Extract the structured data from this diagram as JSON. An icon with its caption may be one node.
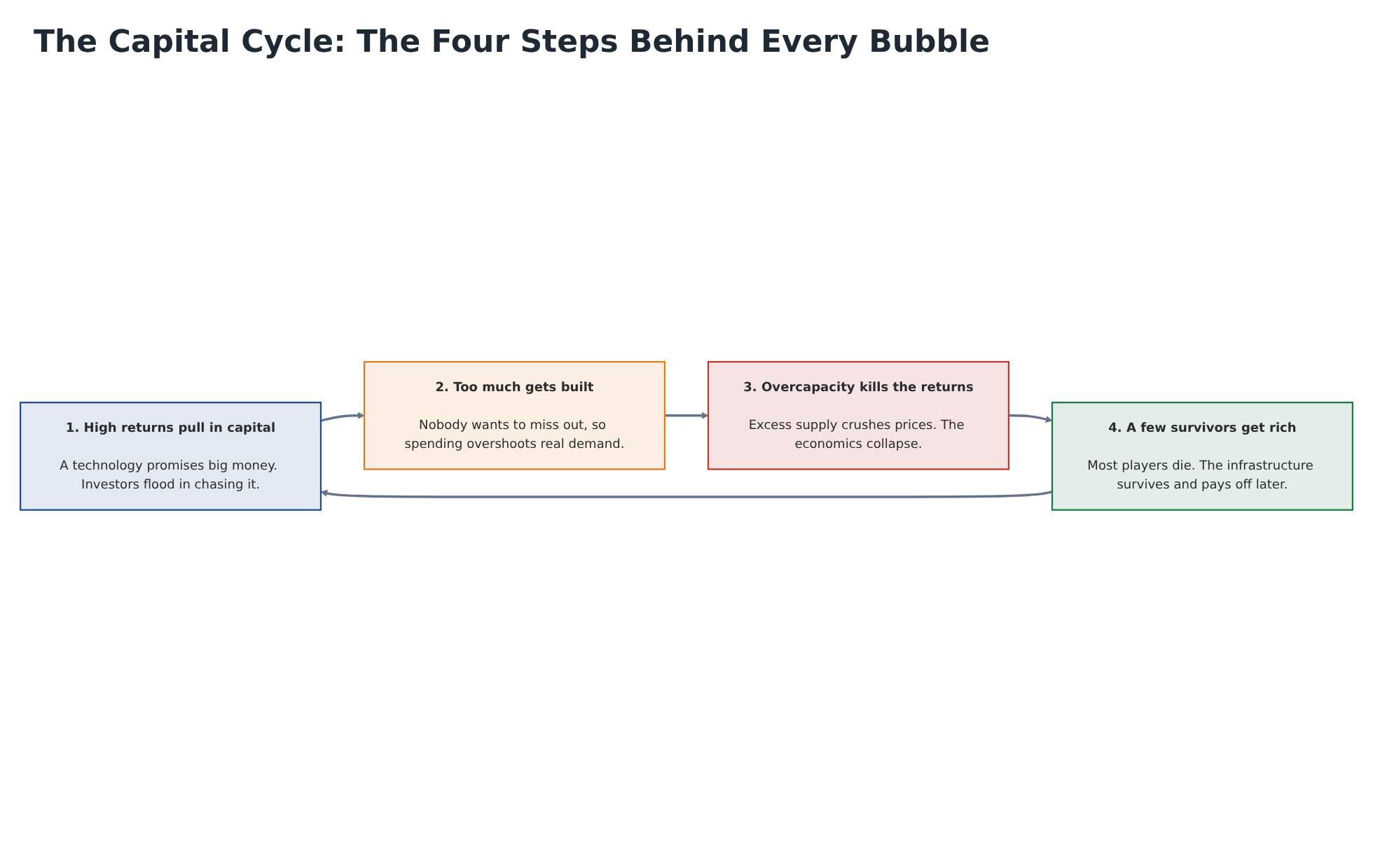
{
  "diagram": {
    "title": "The Capital Cycle: The Four Steps Behind Every Bubble",
    "nodes": [
      {
        "text": [
          "1. High returns pull in capital",
          "A technology promises big money. Investors flood in chasing it."
        ]
      },
      {
        "text": [
          "2. Too much gets built",
          "Nobody wants to miss out, so spending overshoots real demand."
        ]
      },
      {
        "text": [
          "3. Overcapacity kills the returns",
          "Excess supply crushes prices. The economics collapse."
        ]
      },
      {
        "text": [
          "4. A few survivors get rich",
          "Most players die. The infrastructure survives and pays off later."
        ]
      }
    ],
    "edges": [
      {
        "from": 0,
        "to": 1,
        "arrow": "to"
      },
      {
        "from": 1,
        "to": 2,
        "arrow": "to"
      },
      {
        "from": 2,
        "to": 3,
        "arrow": "to"
      },
      {
        "from": 3,
        "to": 0,
        "arrow": "to"
      }
    ]
  }
}
